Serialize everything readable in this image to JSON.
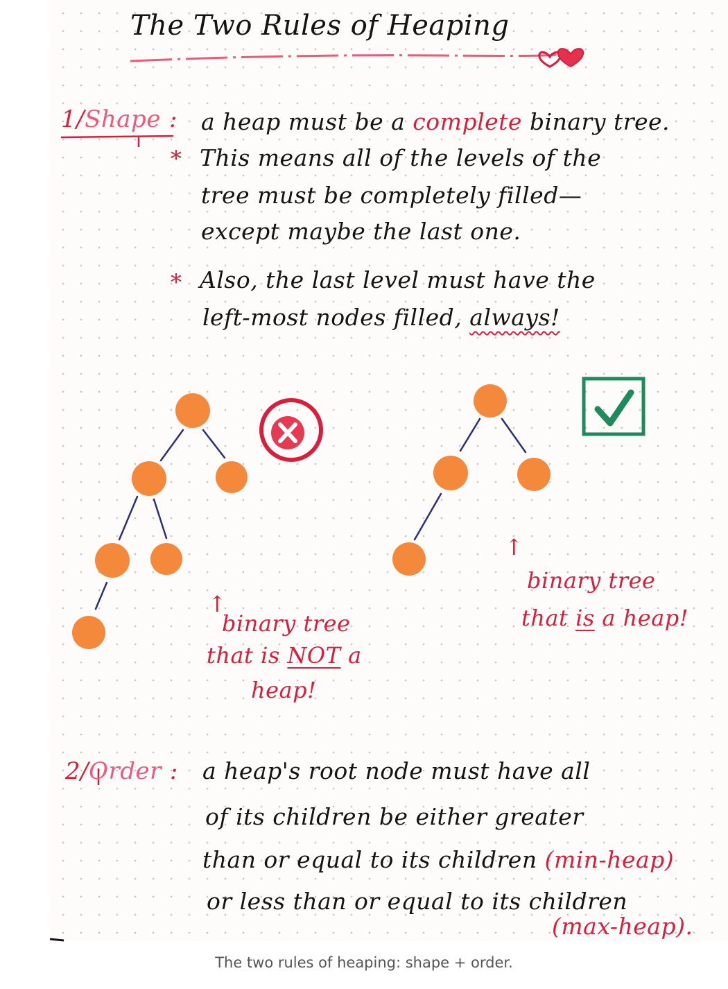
{
  "title": "The Two Rules of Heaping",
  "colors": {
    "ink": "#141414",
    "red": "#d81e3a",
    "pink": "#ec5a77",
    "node": "#f5893b",
    "edge": "#2a2f7a",
    "check": "#1e8a5e"
  },
  "rules": [
    {
      "number": "1/",
      "name": "Shape",
      "colon": ":",
      "statement": {
        "before": "a heap must be a",
        "highlight": "complete",
        "after": "binary tree."
      },
      "bullets": [
        {
          "star": "*",
          "lines": [
            "This means all of the levels of the",
            "tree must be completely filled—",
            "except maybe the last one."
          ]
        },
        {
          "star": "*",
          "lines": [
            "Also, the last level must have the"
          ],
          "last_line": {
            "before": "left-most nodes filled,",
            "emph": "always!"
          }
        }
      ]
    },
    {
      "number": "2/",
      "name": "Order",
      "colon": ":",
      "lines": [
        "a heap's root node must have all",
        "of its children be either greater"
      ],
      "line3": {
        "before": "than or equal to its children",
        "tag": "(min-heap)"
      },
      "line4": "or less than or equal to its children",
      "tag4": "(max-heap)."
    }
  ],
  "diagrams": {
    "bad": {
      "symbol": "cross-in-circle",
      "caption": {
        "arrow": "↑",
        "line1": "binary tree",
        "line2_before": "that is",
        "line2_emph": "NOT",
        "line2_after": "a",
        "line3": "heap!"
      }
    },
    "good": {
      "symbol": "check-in-box",
      "caption": {
        "arrow": "↑",
        "line1": "binary tree",
        "line2_before": "that",
        "line2_emph": "is",
        "line2_after": "a heap!"
      }
    }
  },
  "figure_caption": "The two rules of heaping: shape + order."
}
